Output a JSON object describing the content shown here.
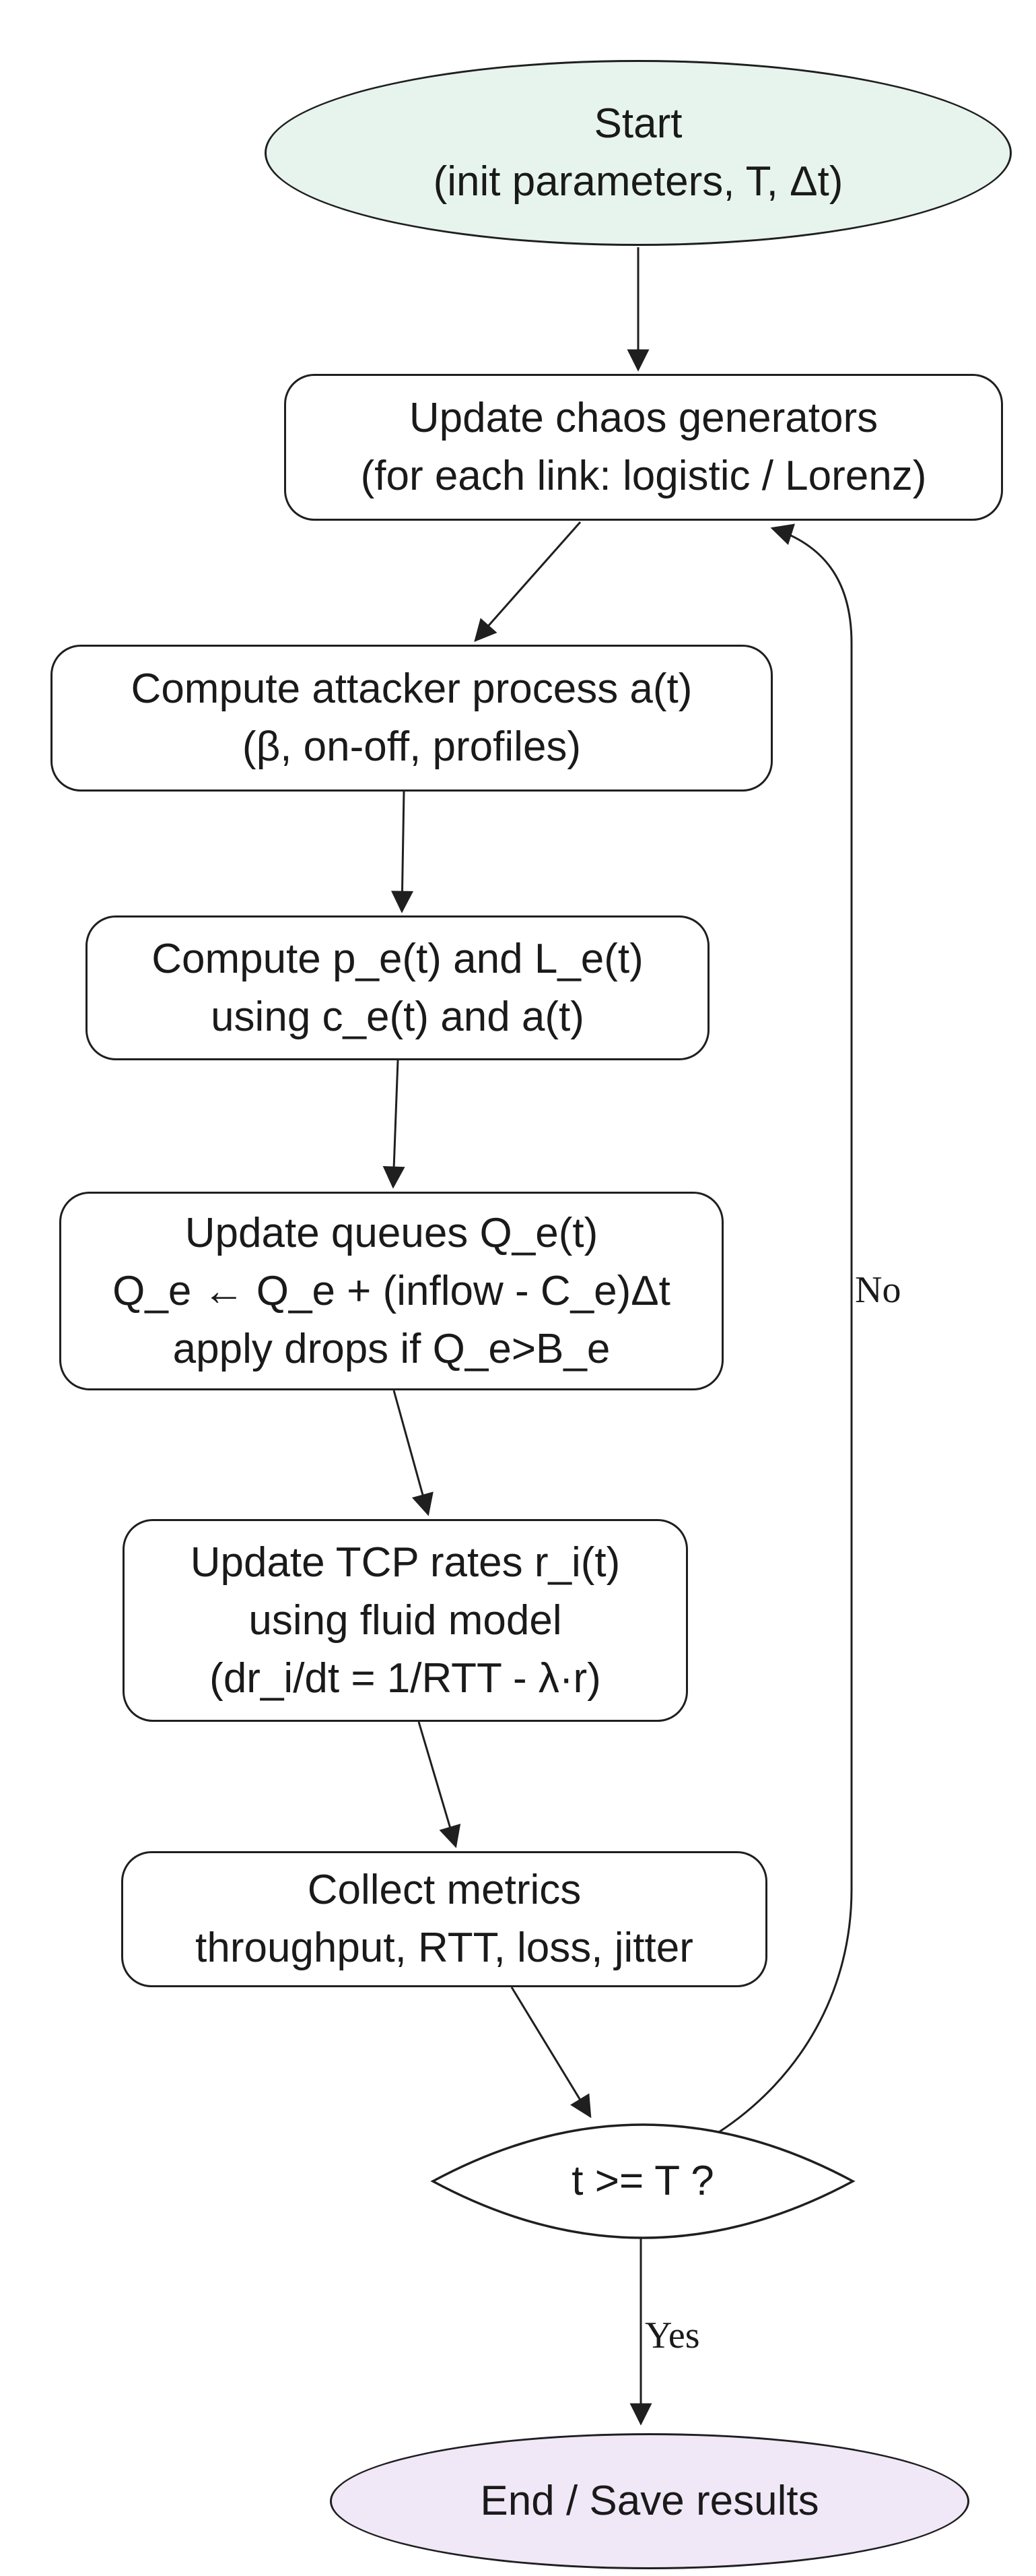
{
  "diagram": {
    "title": "simulation-loop-flowchart",
    "colors": {
      "background": "#ffffff",
      "stroke": "#1f1f1f",
      "start_fill": "#e7f4ee",
      "end_fill": "#f0e7f7",
      "process_fill": "#ffffff"
    },
    "nodes": {
      "start": {
        "shape": "ellipse",
        "lines": [
          "Start",
          "(init parameters, T, Δt)"
        ]
      },
      "chaos": {
        "shape": "rounded-rect",
        "lines": [
          "Update chaos generators",
          "(for each link: logistic / Lorenz)"
        ]
      },
      "attacker": {
        "shape": "rounded-rect",
        "lines": [
          "Compute attacker process a(t)",
          "(β, on-off, profiles)"
        ]
      },
      "pe": {
        "shape": "rounded-rect",
        "lines": [
          "Compute p_e(t) and L_e(t)",
          "using c_e(t) and a(t)"
        ]
      },
      "queues": {
        "shape": "rounded-rect",
        "lines": [
          "Update queues Q_e(t)",
          "Q_e ← Q_e + (inflow - C_e)Δt",
          "apply drops if Q_e>B_e"
        ]
      },
      "tcp": {
        "shape": "rounded-rect",
        "lines": [
          "Update TCP rates r_i(t)",
          "using fluid model",
          "(dr_i/dt = 1/RTT - λ·r)"
        ]
      },
      "metrics": {
        "shape": "rounded-rect",
        "lines": [
          "Collect metrics",
          "throughput, RTT, loss, jitter"
        ]
      },
      "decision": {
        "shape": "diamond",
        "label": "t >= T ?"
      },
      "end": {
        "shape": "ellipse",
        "label": "End / Save results"
      }
    },
    "edge_labels": {
      "yes": "Yes",
      "no": "No"
    }
  }
}
